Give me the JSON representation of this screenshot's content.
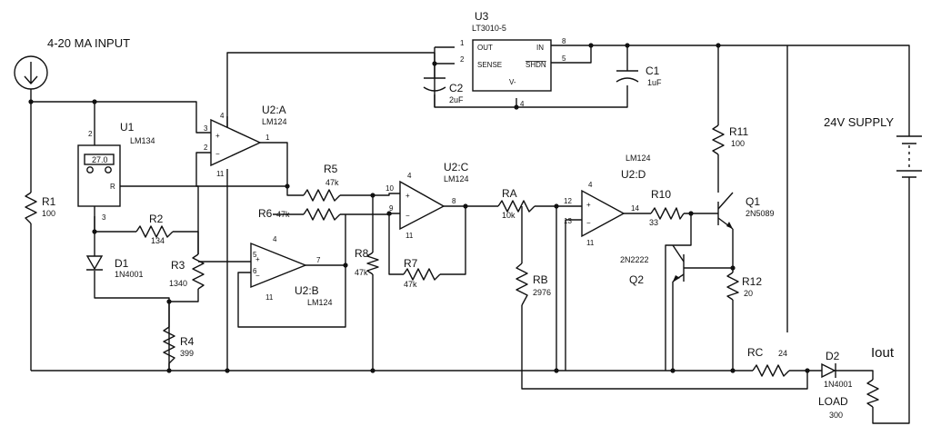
{
  "input": {
    "label": "4-20 MA INPUT"
  },
  "supply": {
    "label": "24V SUPPLY"
  },
  "output": {
    "label": "Iout"
  },
  "components": {
    "U1": {
      "ref": "U1",
      "value": "LM134",
      "display": "27.0",
      "pin_r": "R",
      "pins": [
        "2",
        "3"
      ]
    },
    "U3": {
      "ref": "U3",
      "value": "LT3010-5",
      "pins": {
        "out": "OUT",
        "sense": "SENSE",
        "in": "IN",
        "shdn": "SHDN",
        "vminus": "V-"
      },
      "pin_numbers": [
        "1",
        "2",
        "8",
        "5",
        "4"
      ]
    },
    "U2A": {
      "ref": "U2:A",
      "value": "LM124",
      "pins": [
        "3",
        "2",
        "1",
        "4",
        "11"
      ]
    },
    "U2B": {
      "ref": "U2:B",
      "value": "LM124",
      "pins": [
        "5",
        "6",
        "7",
        "4",
        "11"
      ]
    },
    "U2C": {
      "ref": "U2:C",
      "value": "LM124",
      "pins": [
        "10",
        "9",
        "8",
        "4",
        "11"
      ]
    },
    "U2D": {
      "ref": "U2:D",
      "value": "LM124",
      "pins": [
        "12",
        "13",
        "14",
        "4",
        "11"
      ]
    },
    "R1": {
      "ref": "R1",
      "value": "100"
    },
    "R2": {
      "ref": "R2",
      "value": "134"
    },
    "R3": {
      "ref": "R3",
      "value": "1340"
    },
    "R4": {
      "ref": "R4",
      "value": "399"
    },
    "R5": {
      "ref": "R5",
      "value": "47k"
    },
    "R6": {
      "ref": "R6",
      "value": "47k"
    },
    "R7": {
      "ref": "R7",
      "value": "47k"
    },
    "R8": {
      "ref": "R8",
      "value": "47k"
    },
    "R10": {
      "ref": "R10",
      "value": "33"
    },
    "R11": {
      "ref": "R11",
      "value": "100"
    },
    "R12": {
      "ref": "R12",
      "value": "20"
    },
    "RA": {
      "ref": "RA",
      "value": "10k"
    },
    "RB": {
      "ref": "RB",
      "value": "2976"
    },
    "RC": {
      "ref": "RC",
      "value": "24"
    },
    "LOAD": {
      "ref": "LOAD",
      "value": "300"
    },
    "C1": {
      "ref": "C1",
      "value": "1uF"
    },
    "C2": {
      "ref": "C2",
      "value": "2uF"
    },
    "D1": {
      "ref": "D1",
      "value": "1N4001"
    },
    "D2": {
      "ref": "D2",
      "value": "1N4001"
    },
    "Q1": {
      "ref": "Q1",
      "value": "2N5089"
    },
    "Q2": {
      "ref": "Q2",
      "value": "2N2222"
    }
  }
}
